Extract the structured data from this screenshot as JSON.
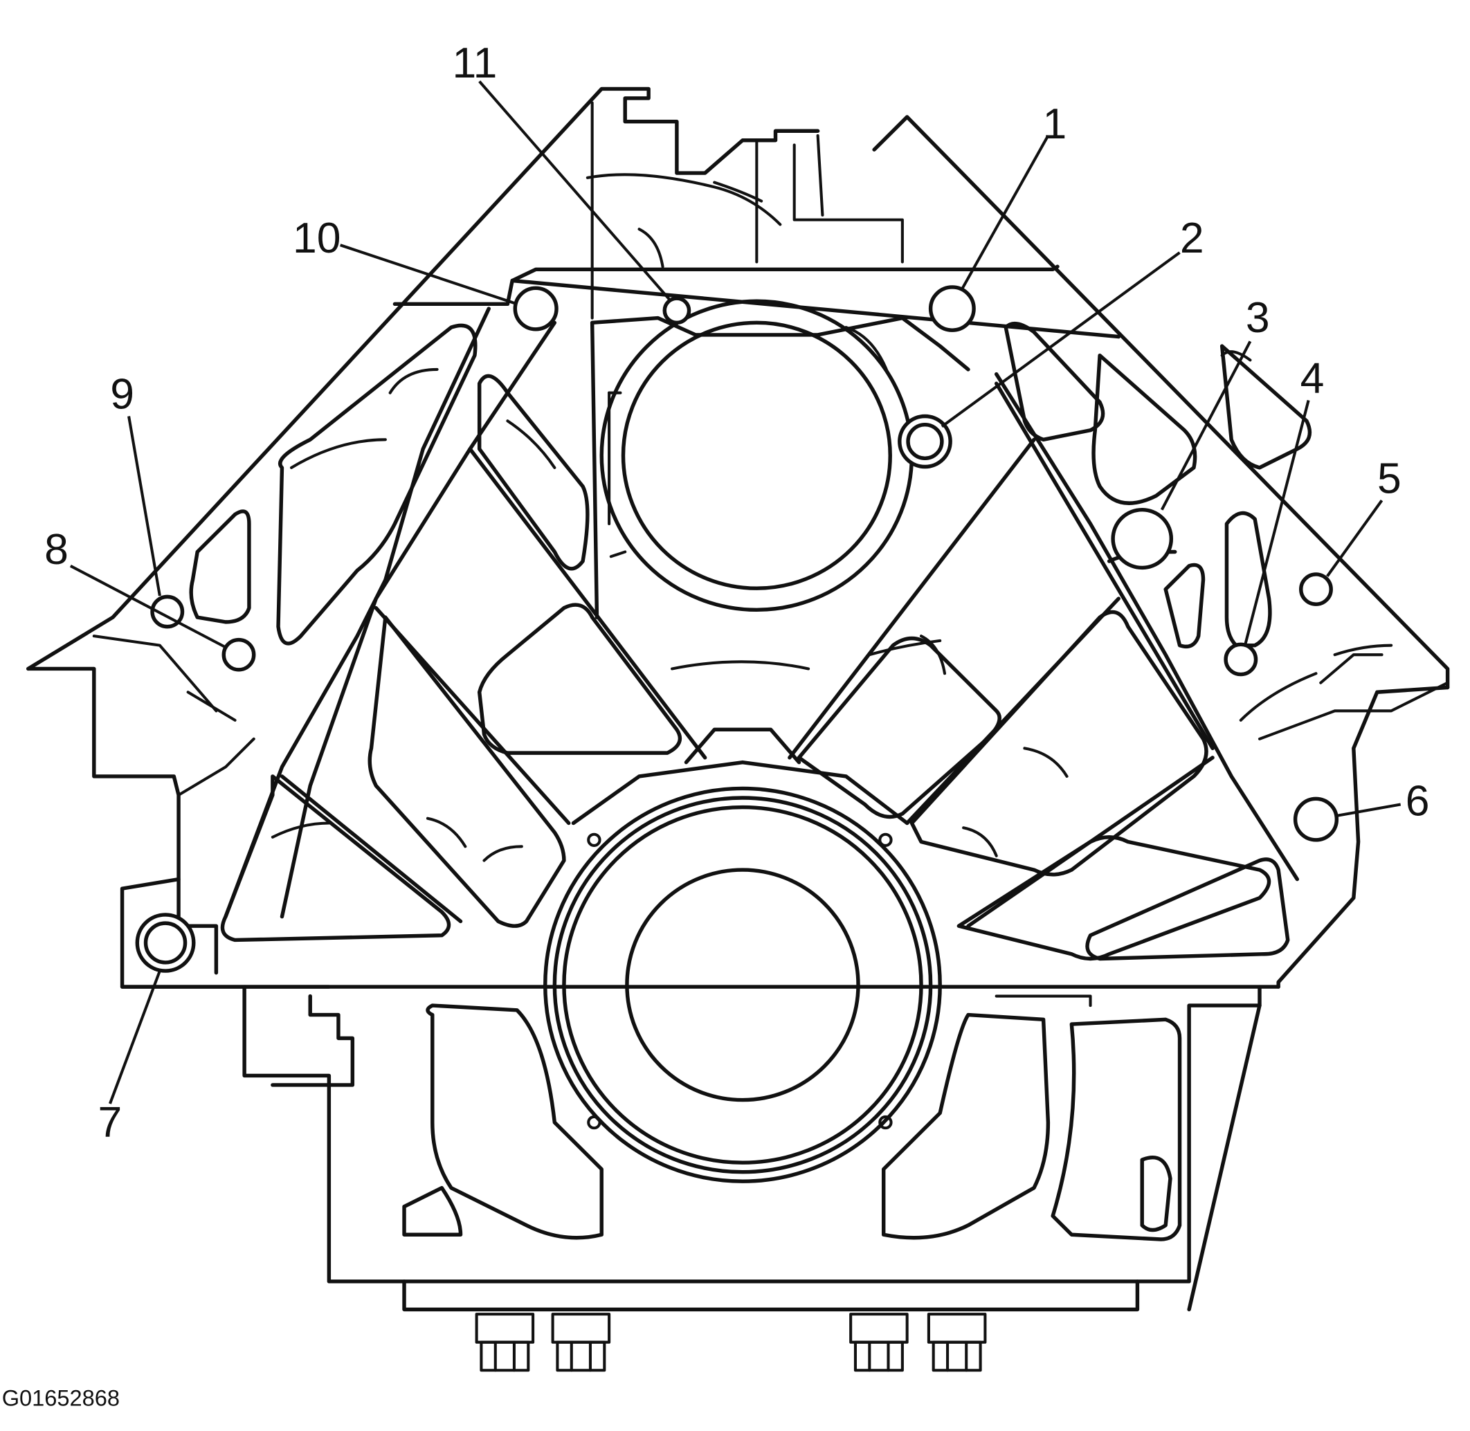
{
  "figure": {
    "figure_id": "G01652868",
    "callouts": [
      "1",
      "2",
      "3",
      "4",
      "5",
      "6",
      "7",
      "8",
      "9",
      "10",
      "11"
    ]
  },
  "colors": {
    "line": "#111111",
    "background": "#ffffff"
  }
}
